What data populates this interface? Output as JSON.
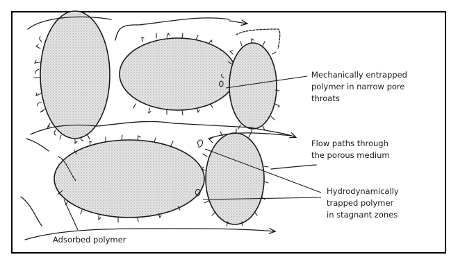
{
  "labels": {
    "entrapped_line1": "Mechanically entrapped",
    "entrapped_line2": "polymer in narrow pore",
    "entrapped_line3": "throats",
    "flow_line1": "Flow paths through",
    "flow_line2": "the porous medium",
    "trapped_line1": "Hydrodynamically",
    "trapped_line2": "trapped polymer",
    "trapped_line3": "in stagnant zones",
    "adsorbed": "Adsorbed polymer"
  }
}
